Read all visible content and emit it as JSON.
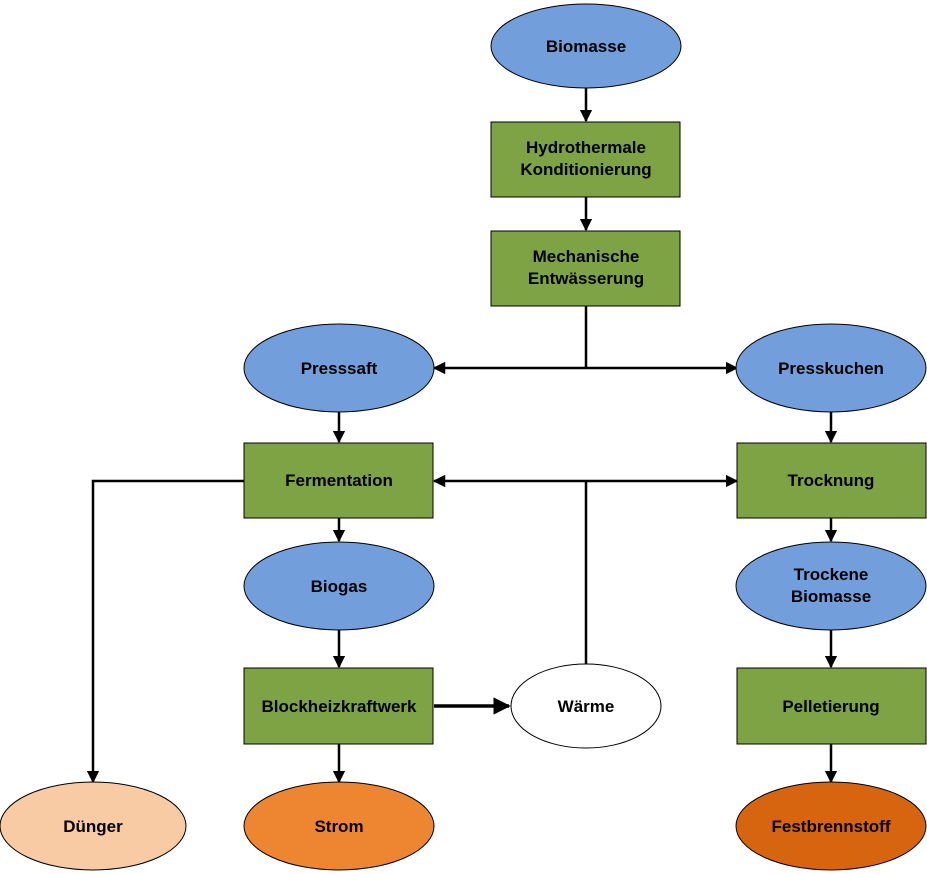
{
  "colors": {
    "blue": "#729FDB",
    "green": "#7EA344",
    "white": "#FFFFFF",
    "peach": "#F8CBA5",
    "orange": "#EE8530",
    "dark_orange": "#D7650F",
    "stroke": "#000000"
  },
  "nodes": {
    "biomasse": [
      "Biomasse"
    ],
    "hydrothermale": [
      "Hydrothermale",
      "Konditionierung"
    ],
    "mechanische": [
      "Mechanische",
      "Entwässerung"
    ],
    "presssaft": [
      "Presssaft"
    ],
    "presskuchen": [
      "Presskuchen"
    ],
    "fermentation": [
      "Fermentation"
    ],
    "trocknung": [
      "Trocknung"
    ],
    "biogas": [
      "Biogas"
    ],
    "trockene_biomasse": [
      "Trockene",
      "Biomasse"
    ],
    "blockheizkraftwerk": [
      "Blockheizkraftwerk"
    ],
    "waerme": [
      "Wärme"
    ],
    "pelletierung": [
      "Pelletierung"
    ],
    "duenger": [
      "Dünger"
    ],
    "strom": [
      "Strom"
    ],
    "festbrennstoff": [
      "Festbrennstoff"
    ]
  }
}
